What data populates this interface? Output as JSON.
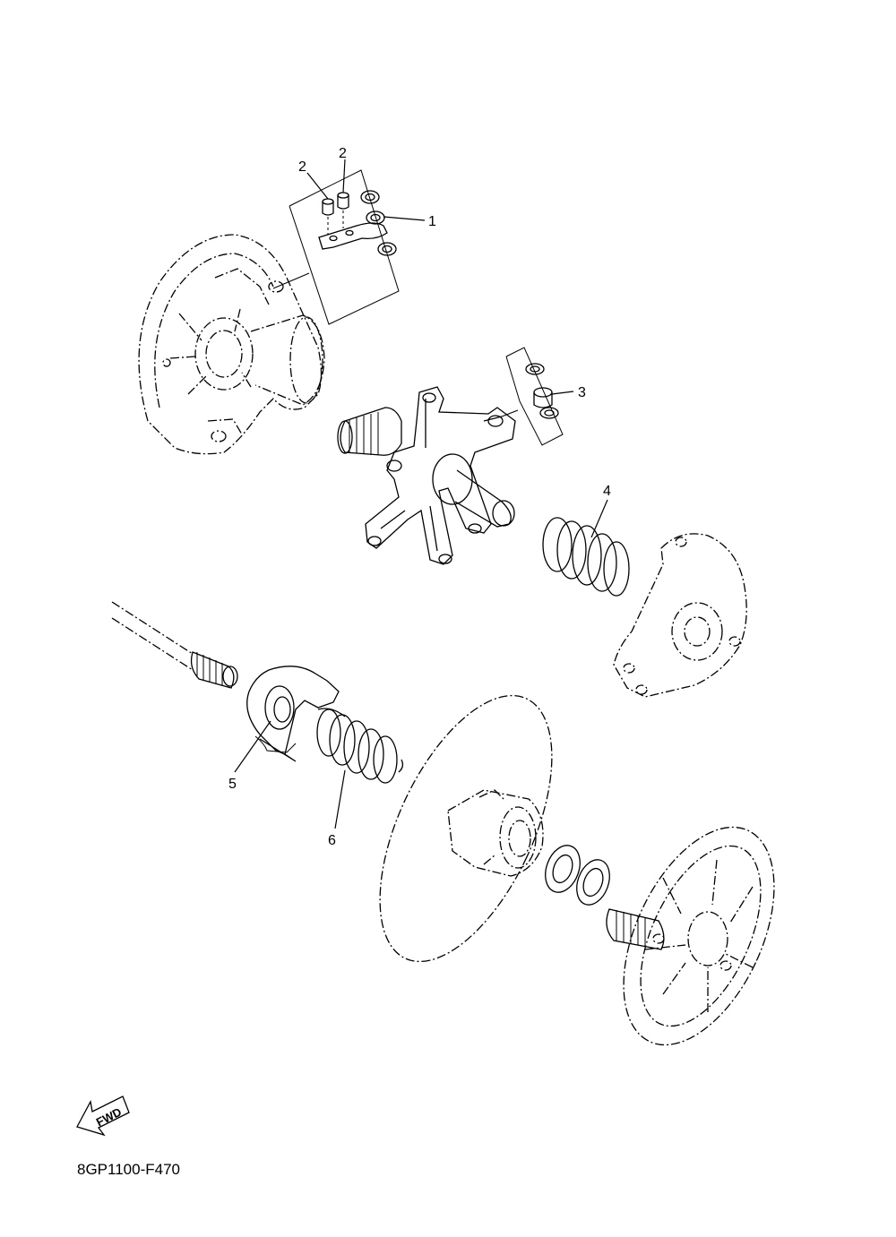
{
  "callouts": {
    "c1": "1",
    "c2a": "2",
    "c2b": "2",
    "c3": "3",
    "c4": "4",
    "c5": "5",
    "c6": "6"
  },
  "fwd_label": "FWD",
  "drawing_code": "8GP1100-F470"
}
